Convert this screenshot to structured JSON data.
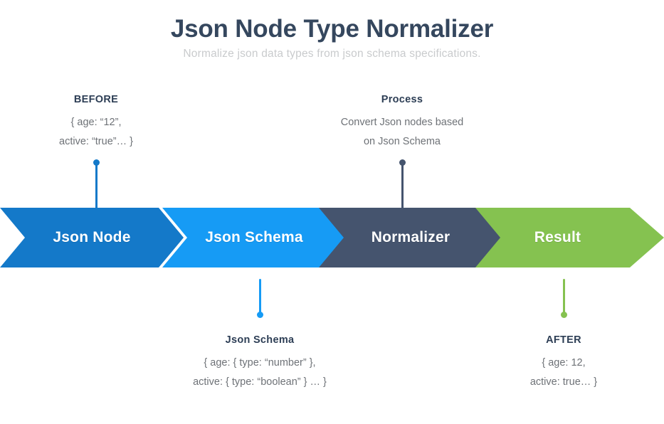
{
  "header": {
    "title": "Json Node Type Normalizer",
    "subtitle": "Normalize json data types from json schema specifications."
  },
  "colors": {
    "title": "#35475E",
    "subtitle": "#C9CBCD",
    "heading": "#2D3E55",
    "body": "#6E7277",
    "segment_json_node": "#1479C9",
    "segment_json_schema": "#169BF5",
    "segment_normalizer": "#45546E",
    "segment_result": "#85C250",
    "background": "#FFFFFF"
  },
  "banner": {
    "segments": [
      {
        "label": "Json Node",
        "color": "#1479C9"
      },
      {
        "label": "Json Schema",
        "color": "#169BF5"
      },
      {
        "label": "Normalizer",
        "color": "#45546E"
      },
      {
        "label": "Result",
        "color": "#85C250"
      }
    ]
  },
  "callouts": {
    "before": {
      "title": "BEFORE",
      "lines": [
        "{ age: “12”,",
        "active: “true”… }"
      ]
    },
    "process": {
      "title": "Process",
      "lines": [
        "Convert Json nodes based",
        "on Json Schema"
      ]
    },
    "json_schema": {
      "title": "Json Schema",
      "lines": [
        "{ age: { type: “number” },",
        "active: { type: “boolean” } … }"
      ]
    },
    "after": {
      "title": "AFTER",
      "lines": [
        "{ age: 12,",
        "active: true… }"
      ]
    }
  },
  "connectors": [
    {
      "name": "before",
      "color": "#1479C9"
    },
    {
      "name": "process",
      "color": "#45546E"
    },
    {
      "name": "json-schema",
      "color": "#169BF5"
    },
    {
      "name": "after",
      "color": "#85C250"
    }
  ]
}
